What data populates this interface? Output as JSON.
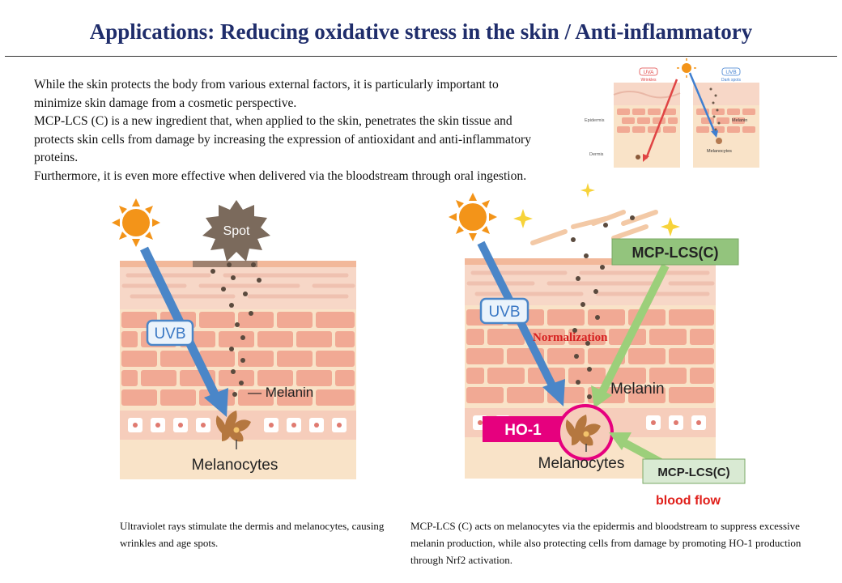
{
  "title": "Applications: Reducing oxidative stress in the skin / Anti-inflammatory",
  "intro": {
    "p1": "While the skin protects the body from various external factors, it is particularly important to minimize skin damage from a cosmetic perspective.",
    "p2": "MCP-LCS (C) is a new ingredient that, when applied to the skin, penetrates the skin tissue and protects skin cells from damage by increasing the expression of antioxidant and anti-inflammatory proteins.",
    "p3": "Furthermore, it is even more effective when delivered via the bloodstream through oral ingestion."
  },
  "thumb": {
    "uva": "UVA",
    "wrinkles": "Wrinkles",
    "uvb": "UVB",
    "dark_spots": "Dark spots",
    "epidermis": "Epidermis",
    "dermis": "Dermis",
    "melanin": "Melanin",
    "melanocytes": "Melanocytes"
  },
  "left_diagram": {
    "spot": "Spot",
    "uvb": "UVB",
    "melanin": "— Melanin",
    "melanocytes": "Melanocytes"
  },
  "right_diagram": {
    "uvb": "UVB",
    "mcp_top": "MCP-LCS(C)",
    "normalization": "Normalization",
    "melanin": "Melanin",
    "ho1": "HO-1",
    "melanocytes": "Melanocytes",
    "mcp_bottom": "MCP-LCS(C)",
    "blood_flow": "blood flow"
  },
  "captions": {
    "left": "Ultraviolet rays stimulate the dermis and melanocytes, causing wrinkles and age spots.",
    "right": "MCP-LCS (C) acts on melanocytes via the epidermis and bloodstream to suppress excessive melanin production, while also protecting cells from damage by promoting HO-1 production through Nrf2 activation."
  },
  "colors": {
    "title": "#1f2d6b",
    "uvb_arrow": "#4a86c8",
    "mcp_arrow": "#9ccf7a",
    "mcp_box": "#93c47d",
    "ho1": "#e6007e",
    "normalization": "#d62020",
    "blood_flow": "#e0201b",
    "sun": "#f39419",
    "spot": "#7b6a5c",
    "skin_upper": "#f7d7c7",
    "skin_cell": "#f1a994",
    "skin_base": "#f9e3c8"
  }
}
